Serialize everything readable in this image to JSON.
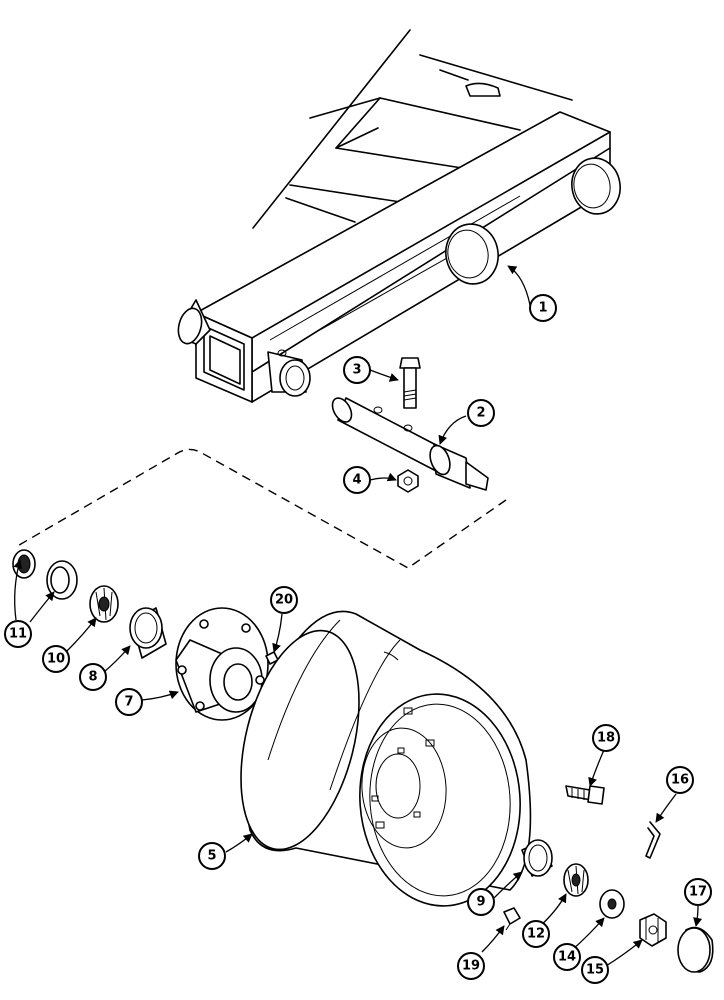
{
  "callouts": {
    "c1": "1",
    "c2": "2",
    "c3": "3",
    "c4": "4",
    "c5": "5",
    "c7": "7",
    "c8": "8",
    "c9": "9",
    "c10": "10",
    "c11": "11",
    "c12": "12",
    "c14": "14",
    "c15": "15",
    "c16": "16",
    "c17": "17",
    "c18": "18",
    "c19": "19",
    "c20": "20"
  }
}
